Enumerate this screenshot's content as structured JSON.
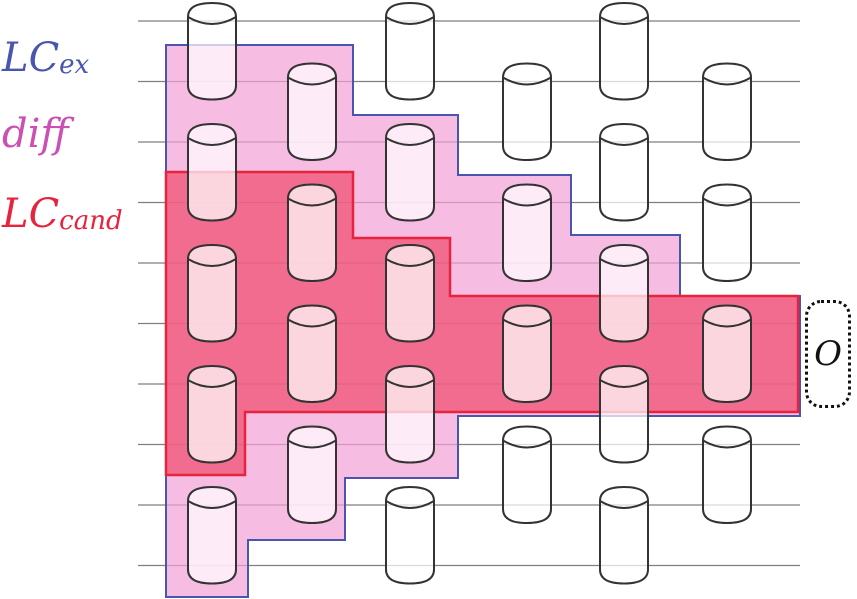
{
  "colors": {
    "wire": "#7f7f7f",
    "gate_stroke": "#333333",
    "ex_fill": "#f2a0d6",
    "ex_stroke": "#4a55b0",
    "cand_fill": "#ee4d6e",
    "cand_stroke": "#e8233d",
    "label_ex": "#4a55b0",
    "label_diff": "#cc4fb4",
    "label_cand": "#e8233d"
  },
  "legend": {
    "ex": {
      "base": "LC",
      "sub": "ex"
    },
    "diff": {
      "text": "diff"
    },
    "cand": {
      "base": "LC",
      "sub": "cand"
    }
  },
  "observable": {
    "label": "O"
  },
  "circuit": {
    "num_wires": 10,
    "num_layers": 6,
    "gates": [
      {
        "layer": 0,
        "wires": [
          0,
          1
        ]
      },
      {
        "layer": 0,
        "wires": [
          2,
          3
        ]
      },
      {
        "layer": 0,
        "wires": [
          4,
          5
        ]
      },
      {
        "layer": 0,
        "wires": [
          6,
          7
        ]
      },
      {
        "layer": 0,
        "wires": [
          8,
          9
        ]
      },
      {
        "layer": 1,
        "wires": [
          1,
          2
        ]
      },
      {
        "layer": 1,
        "wires": [
          3,
          4
        ]
      },
      {
        "layer": 1,
        "wires": [
          5,
          6
        ]
      },
      {
        "layer": 1,
        "wires": [
          7,
          8
        ]
      },
      {
        "layer": 2,
        "wires": [
          0,
          1
        ]
      },
      {
        "layer": 2,
        "wires": [
          2,
          3
        ]
      },
      {
        "layer": 2,
        "wires": [
          4,
          5
        ]
      },
      {
        "layer": 2,
        "wires": [
          6,
          7
        ]
      },
      {
        "layer": 2,
        "wires": [
          8,
          9
        ]
      },
      {
        "layer": 3,
        "wires": [
          1,
          2
        ]
      },
      {
        "layer": 3,
        "wires": [
          3,
          4
        ]
      },
      {
        "layer": 3,
        "wires": [
          5,
          6
        ]
      },
      {
        "layer": 3,
        "wires": [
          7,
          8
        ]
      },
      {
        "layer": 4,
        "wires": [
          0,
          1
        ]
      },
      {
        "layer": 4,
        "wires": [
          2,
          3
        ]
      },
      {
        "layer": 4,
        "wires": [
          4,
          5
        ]
      },
      {
        "layer": 4,
        "wires": [
          6,
          7
        ]
      },
      {
        "layer": 4,
        "wires": [
          8,
          9
        ]
      },
      {
        "layer": 5,
        "wires": [
          1,
          2
        ]
      },
      {
        "layer": 5,
        "wires": [
          3,
          4
        ]
      },
      {
        "layer": 5,
        "wires": [
          5,
          6
        ]
      },
      {
        "layer": 5,
        "wires": [
          7,
          8
        ]
      }
    ]
  }
}
